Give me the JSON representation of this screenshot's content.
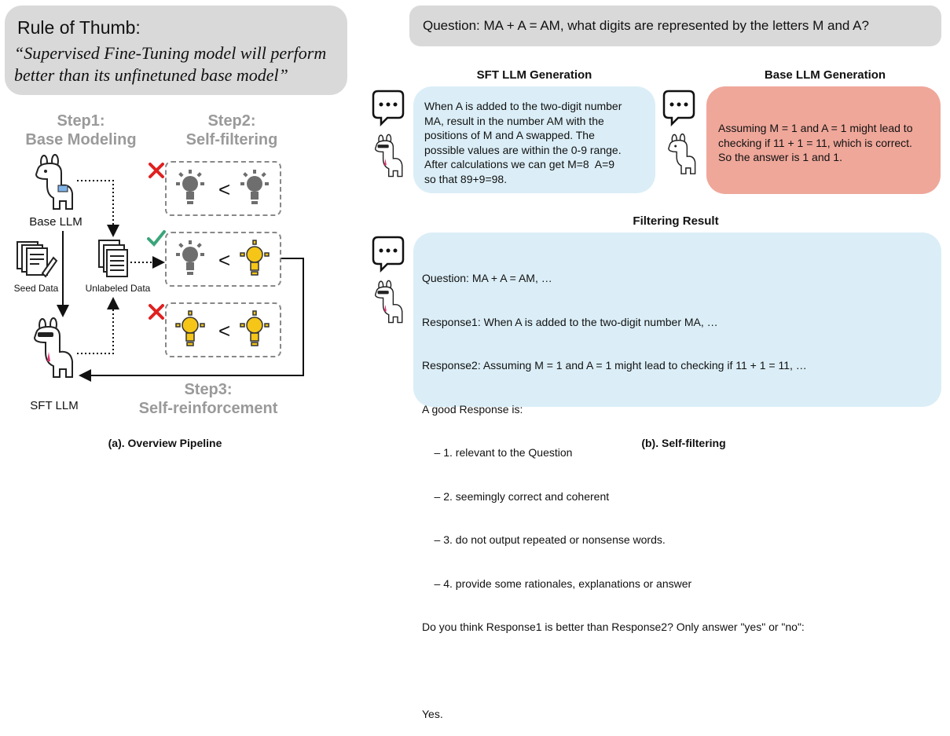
{
  "rule": {
    "heading": "Rule of Thumb:",
    "quote_line1": "“Supervised Fine-Tuning model will perform",
    "quote_line2": "better than its unfinetuned base model”"
  },
  "steps": {
    "step1_line1": "Step1:",
    "step1_line2": "Base Modeling",
    "step2_line1": "Step2:",
    "step2_line2": "Self-filtering",
    "step3_line1": "Step3:",
    "step3_line2": "Self-reinforcement"
  },
  "labels": {
    "base_llm": "Base LLM",
    "seed_data": "Seed Data",
    "unlabeled_data": "Unlabeled Data",
    "sft_llm": "SFT LLM",
    "less_than": "<"
  },
  "question": "Question: MA + A = AM, what digits are represented by the letters M and A?",
  "sft_gen": {
    "title": "SFT LLM Generation",
    "lines": [
      "When A is added to the two-digit number",
      "MA, result in the number AM with the",
      "positions of M and A swapped. The",
      "possible values are within the 0-9 range.",
      "After calculations we can get M=8  A=9",
      "so that 89+9=98."
    ]
  },
  "base_gen": {
    "title": "Base LLM Generation",
    "lines": [
      "Assuming M = 1 and A = 1 might lead to",
      "checking if 11 + 1 = 11, which is correct.",
      "So the answer is 1 and 1."
    ]
  },
  "filter": {
    "title": "Filtering Result",
    "lines": [
      "Question: MA + A = AM, …",
      "Response1: When A is added to the two-digit number MA, …",
      "Response2: Assuming M = 1 and A = 1 might lead to checking if 11 + 1 = 11, …",
      "A good Response is:",
      "    – 1. relevant to the Question",
      "    – 2. seemingly correct and coherent",
      "    – 3. do not output repeated or nonsense words.",
      "    – 4. provide some rationales, explanations or answer",
      "Do you think Response1 is better than Response2? Only answer \"yes\" or \"no\":",
      "",
      "Yes."
    ]
  },
  "captions": {
    "a": "(a). Overview Pipeline",
    "b": "(b). Self-filtering"
  },
  "colors": {
    "gray_box": "#d9d9d9",
    "blue_box": "#dbeef7",
    "red_box": "#efa79a",
    "step_text": "#9a9a9a",
    "check": "#3aa57a",
    "cross": "#e02020",
    "bulb_on": "#f5c518",
    "bulb_off": "#6e6e6e"
  }
}
